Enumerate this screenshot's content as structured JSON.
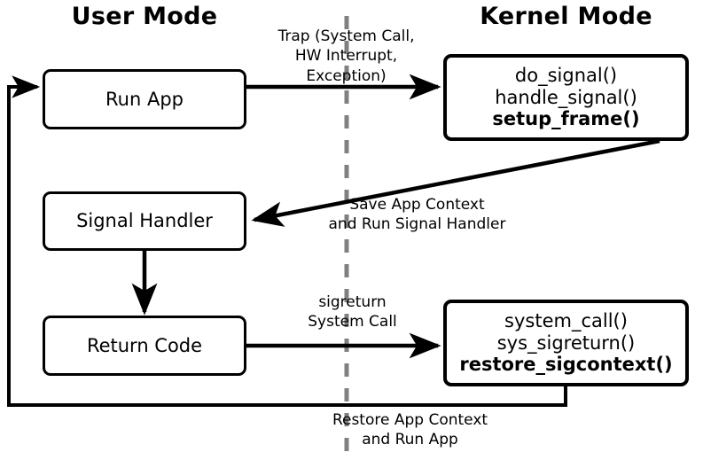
{
  "diagram": {
    "title": "Linux signal delivery flow between User Mode and Kernel Mode",
    "headers": {
      "user_mode": "User Mode",
      "kernel_mode": "Kernel Mode"
    },
    "divider": {
      "name": "mode-divider",
      "style": "dashed",
      "color": "#808080"
    },
    "colors": {
      "stroke": "#000000",
      "fill": "#ffffff",
      "divider": "#808080"
    },
    "nodes": {
      "run_app": {
        "label": "Run App"
      },
      "signal_handler": {
        "label": "Signal Handler"
      },
      "return_code": {
        "label": "Return Code"
      },
      "do_signal": {
        "line1": "do_signal()",
        "line2": "handle_signal()",
        "line3": "setup_frame()"
      },
      "system_call": {
        "line1": "system_call()",
        "line2": "sys_sigreturn()",
        "line3": "restore_sigcontext()"
      }
    },
    "edges": {
      "trap": {
        "line1": "Trap (System Call,",
        "line2": "HW Interrupt,",
        "line3": "Exception)"
      },
      "save_context": {
        "line1": "Save App Context",
        "line2": "and Run Signal Handler"
      },
      "sigreturn": {
        "line1": "sigreturn",
        "line2": "System Call"
      },
      "restore_context": {
        "line1": "Restore App Context",
        "line2": "and Run App"
      }
    }
  }
}
